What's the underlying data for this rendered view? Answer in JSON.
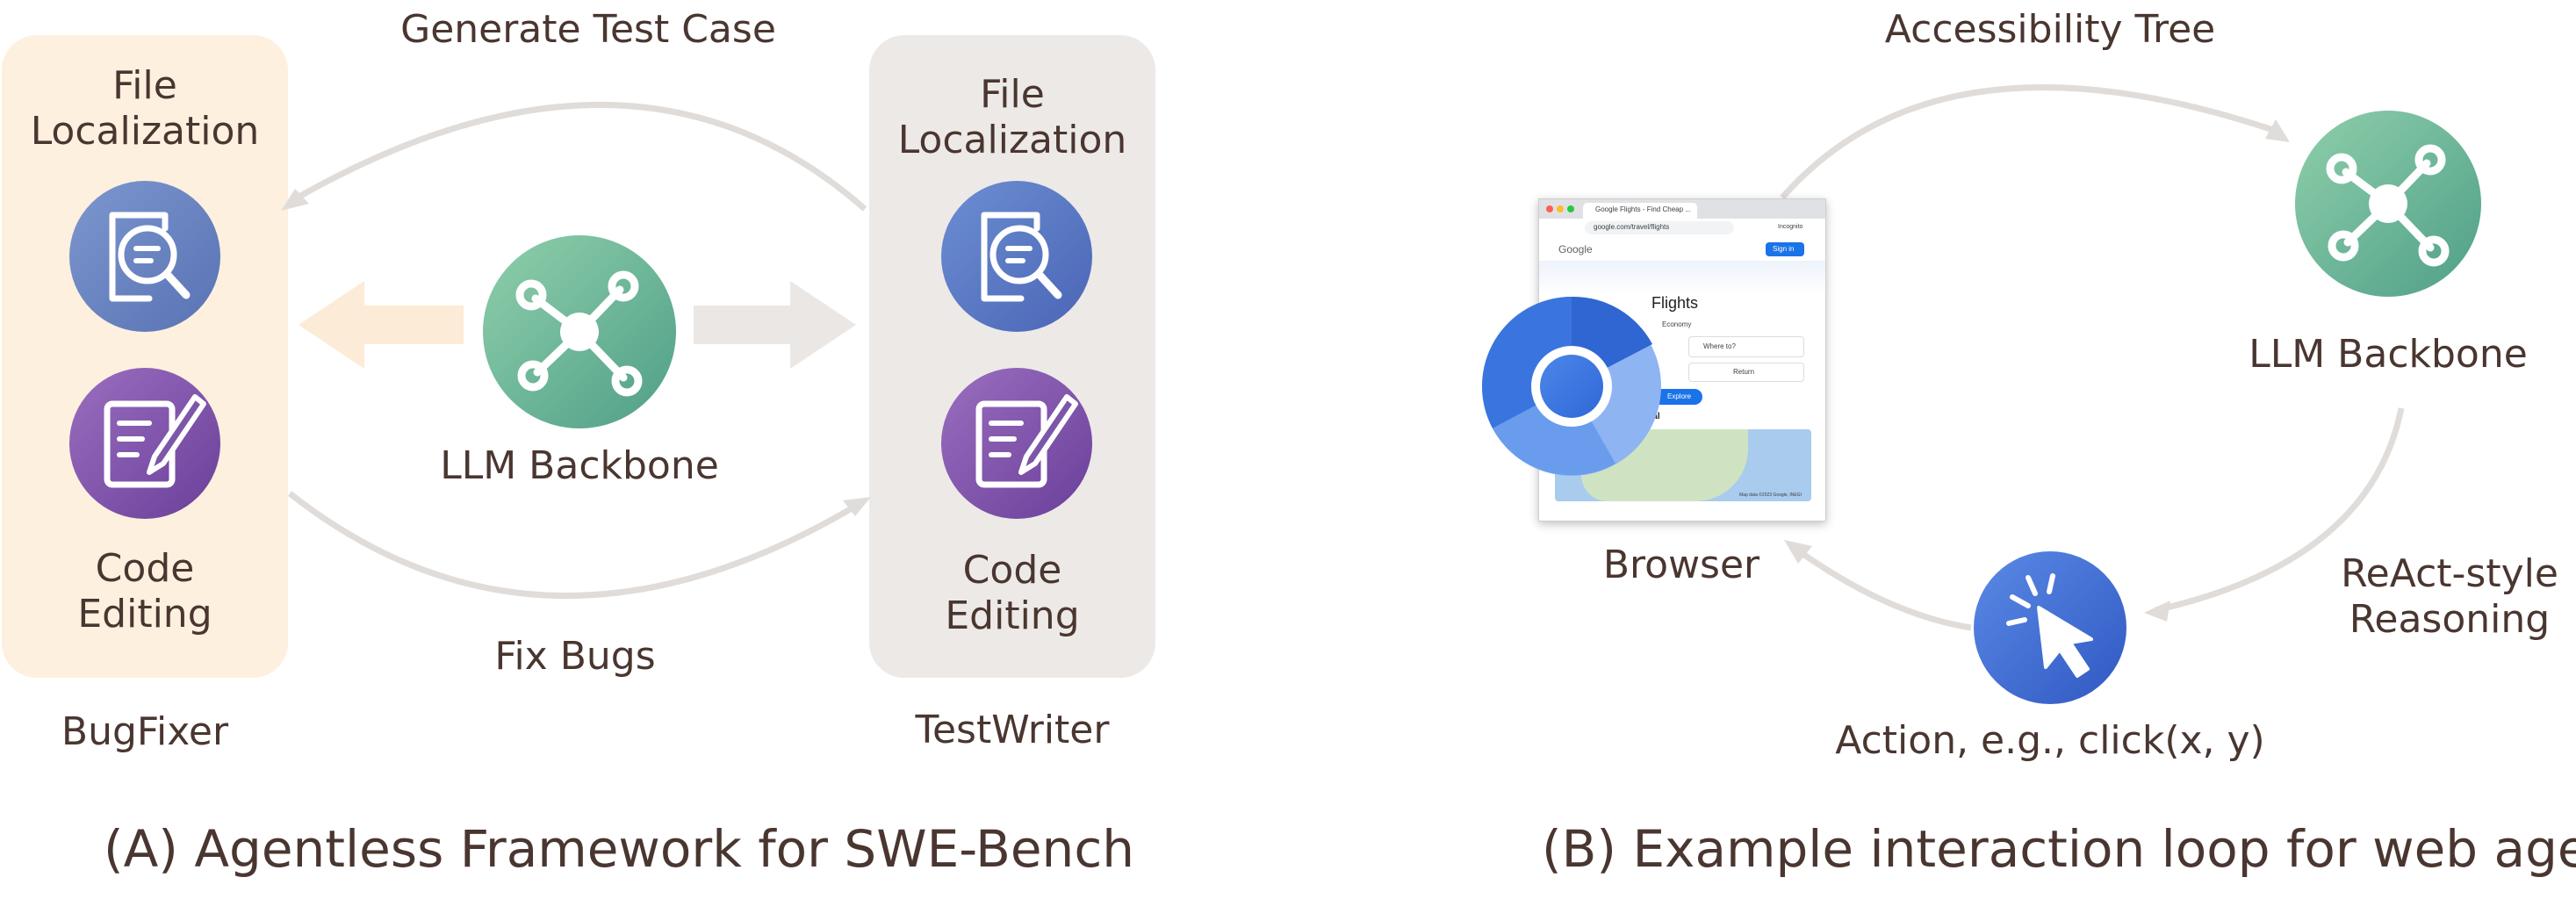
{
  "panel_a": {
    "caption": "(A) Agentless Framework for SWE-Bench",
    "bugfixer": {
      "name": "BugFixer",
      "file_localization": [
        "File",
        "Localization"
      ],
      "code_editing": [
        "Code",
        "Editing"
      ]
    },
    "testwriter": {
      "name": "TestWriter",
      "file_localization": [
        "File",
        "Localization"
      ],
      "code_editing": [
        "Code",
        "Editing"
      ]
    },
    "center_label": "LLM Backbone",
    "top_arrow_label": "Generate Test Case",
    "bottom_arrow_label": "Fix Bugs"
  },
  "panel_b": {
    "caption": "(B) Example interaction loop for web agent",
    "top_arrow_label": "Accessibility Tree",
    "llm_label": "LLM Backbone",
    "reasoning_label": [
      "ReAct-style",
      "Reasoning"
    ],
    "action_label": "Action, e.g., click(x, y)",
    "browser_label": "Browser",
    "screenshot": {
      "tab_title": "Google Flights - Find Cheap ...",
      "url": "google.com/travel/flights",
      "profile": "Incognito",
      "logo": "Google",
      "sign_in": "Sign in",
      "heading": "Flights",
      "cabin": "Economy",
      "where_to": "Where to?",
      "return": "Return",
      "explore": "Explore",
      "city": "Montreal",
      "map_credit": "Map data ©2023 Google, INEGI"
    }
  },
  "colors": {
    "bugfixer_panel": "#fdf0de",
    "testwriter_panel": "#ede9e7",
    "text": "#4a3630",
    "arrow": "#e0dcd9",
    "llm_green": "#5fae8e",
    "search_blue": "#6c85bf",
    "edit_purple": "#7c56a8",
    "action_blue": "#3f6fd2"
  }
}
